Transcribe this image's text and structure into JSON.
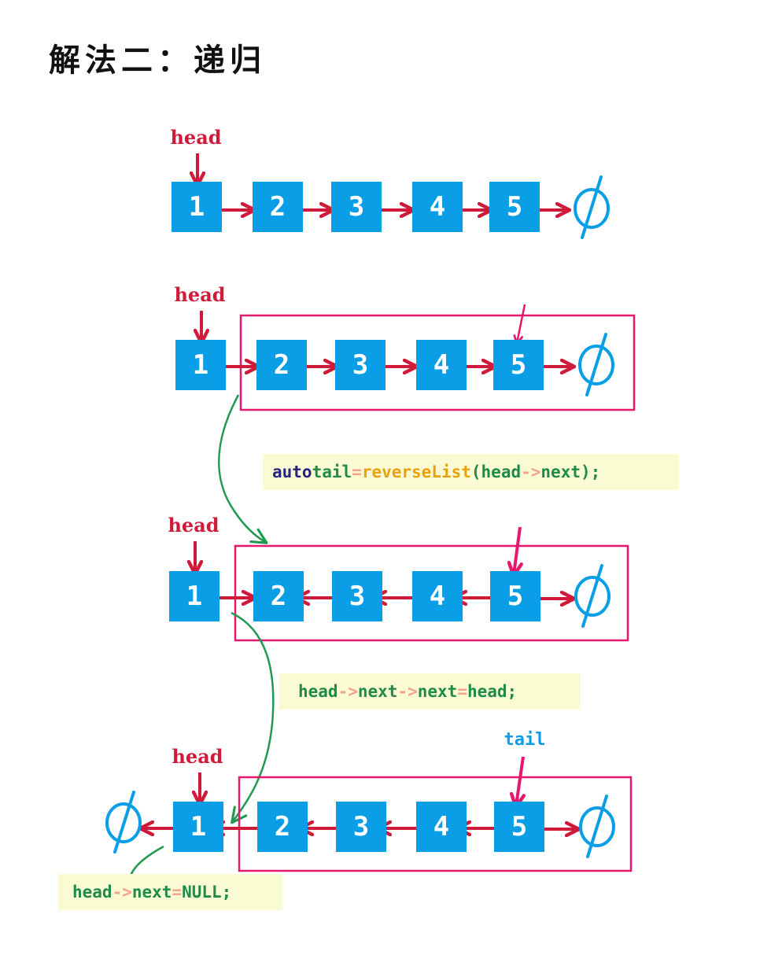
{
  "title": "解法二：递归",
  "labels": {
    "head": "head",
    "tail": "tail"
  },
  "null_symbol": "∅",
  "rows": [
    {
      "nodes": [
        "1",
        "2",
        "3",
        "4",
        "5"
      ]
    },
    {
      "nodes": [
        "1",
        "2",
        "3",
        "4",
        "5"
      ]
    },
    {
      "nodes": [
        "1",
        "2",
        "3",
        "4",
        "5"
      ]
    },
    {
      "nodes": [
        "1",
        "2",
        "3",
        "4",
        "5"
      ]
    }
  ],
  "code": {
    "line1": {
      "kw": "auto",
      "var": "tail",
      "eq": "=",
      "fn": "reverseList",
      "open": "(head",
      "arrow": "->",
      "rest": "next);"
    },
    "line2": {
      "a": "head",
      "arrow1": "->",
      "b": "next",
      "arrow2": "->",
      "c": "next",
      "eq": "=",
      "d": "head;"
    },
    "line3": {
      "a": "head",
      "arrow": "->",
      "b": "next",
      "eq": "=",
      "c": "NULL;"
    }
  },
  "colors": {
    "node": "#0a9ee6",
    "arrow": "#d01a3a",
    "box": "#e6176d",
    "curve": "#1f9a4f",
    "null": "#0a9ee6",
    "code_bg": "#fbfbd3"
  }
}
